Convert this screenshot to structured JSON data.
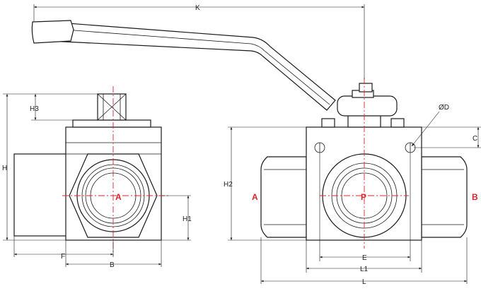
{
  "dimensions": {
    "K": "K",
    "H3": "H3",
    "H": "H",
    "H1": "H1",
    "H2": "H2",
    "F": "F",
    "B": "B",
    "D": "ØD",
    "C": "C",
    "E": "E",
    "L1": "L1",
    "L": "L"
  },
  "ports": {
    "side_center": "A",
    "front_center": "P",
    "front_left": "A",
    "front_right": "B"
  },
  "colors": {
    "line": "#1a1a1a",
    "centerline": "#d7262d",
    "port_label": "#d7262d"
  }
}
